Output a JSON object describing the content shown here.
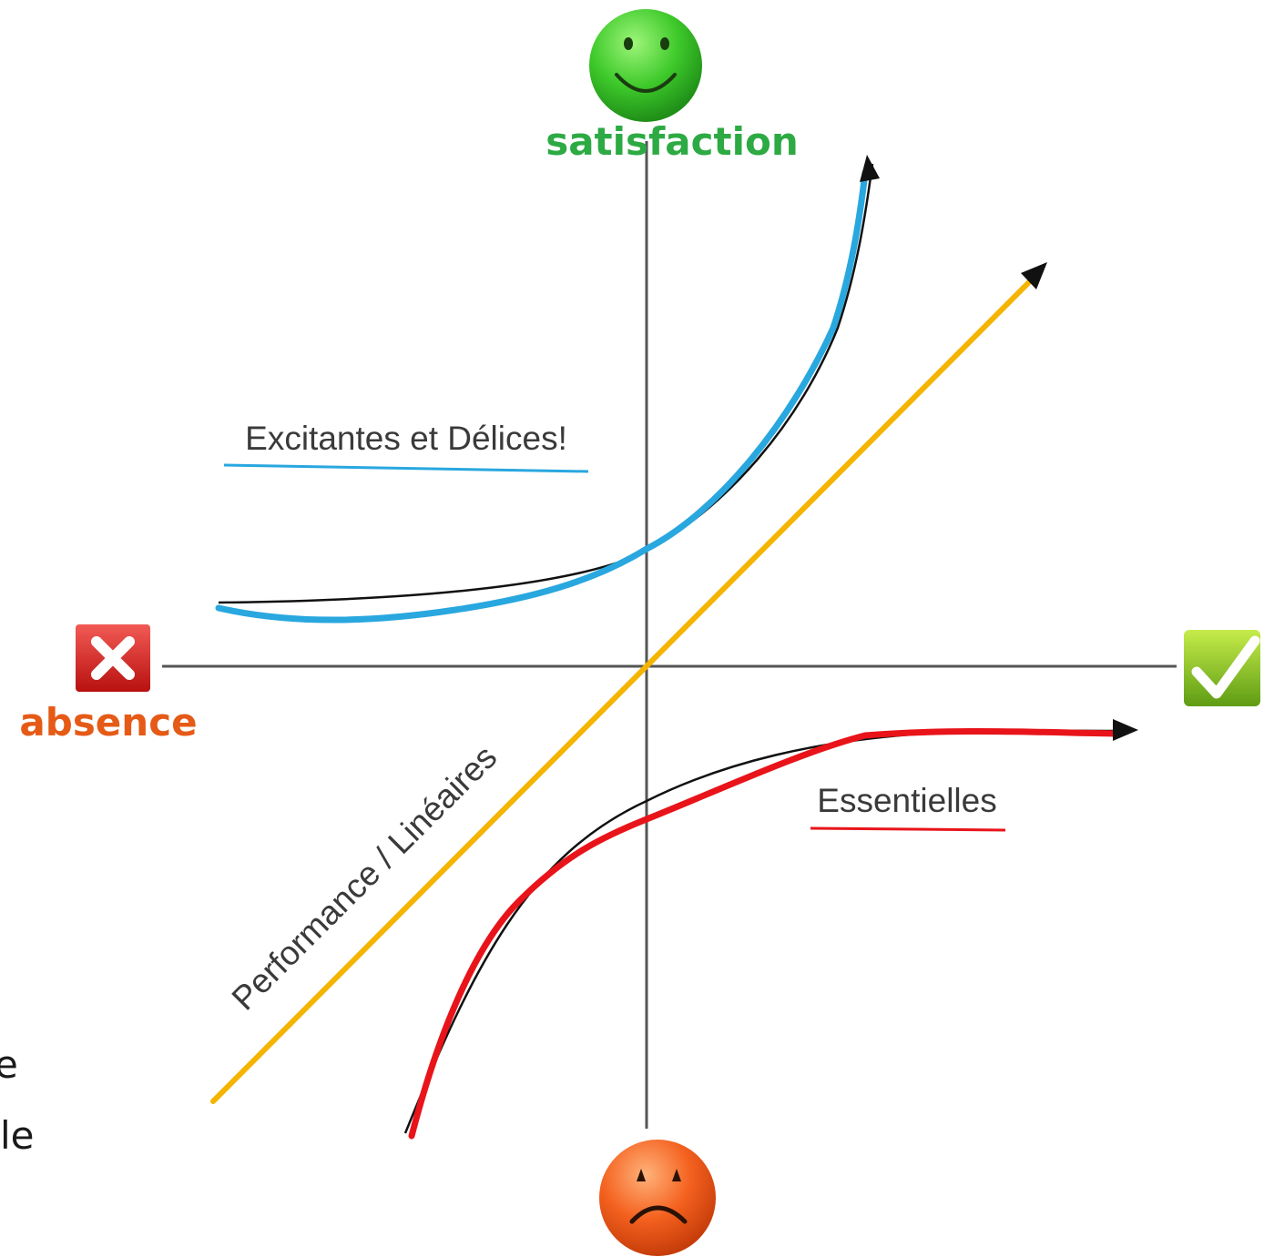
{
  "diagram": {
    "top_label": "satisfaction",
    "left_label": "absence",
    "delight_label": "Excitantes et Délices!",
    "performance_label": "Performance / Linéaires",
    "essential_label": "Essentielles",
    "edge_fragment_1": "e",
    "edge_fragment_2": "le"
  },
  "colors": {
    "axis": "#555555",
    "delight_curve": "#29a7df",
    "performance_line": "#f4b400",
    "essential_curve": "#e8141a",
    "satisfaction_text": "#2daa43",
    "absence_text": "#e55a16"
  },
  "icons": {
    "top": "happy-face-icon",
    "bottom": "sad-face-icon",
    "left": "red-cross-icon",
    "right": "green-check-icon"
  }
}
